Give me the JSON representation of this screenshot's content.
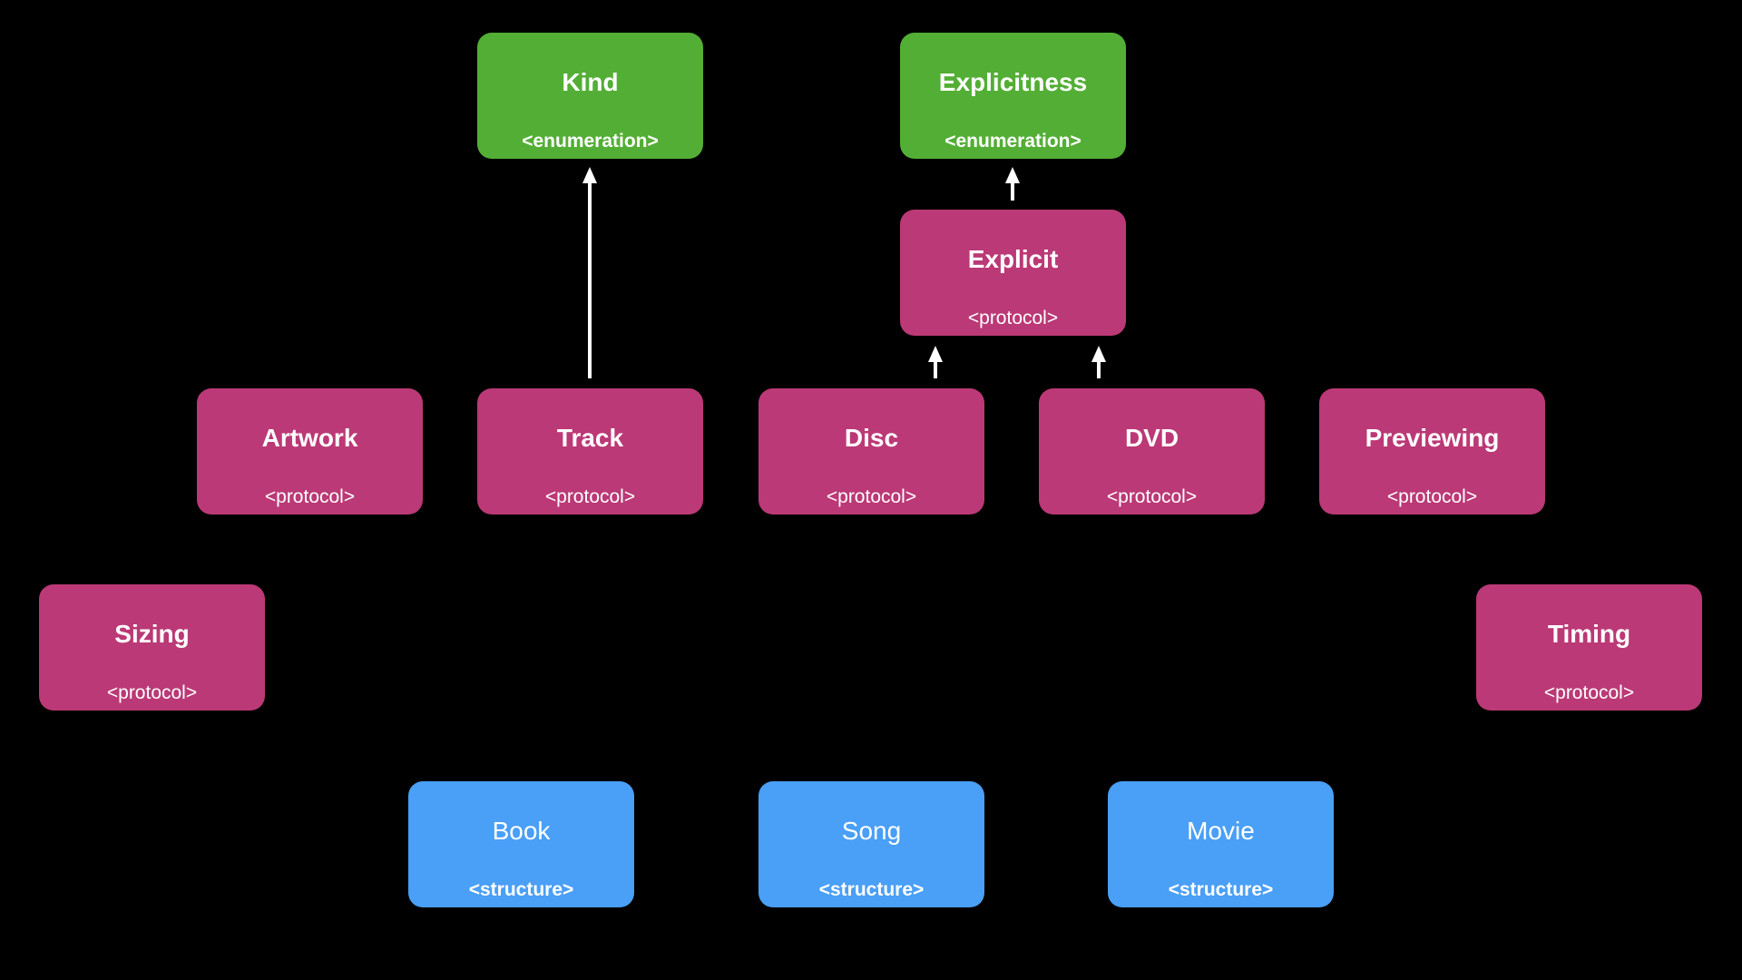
{
  "colors": {
    "background": "#000000",
    "enumeration": "#53ae35",
    "protocol": "#bb3976",
    "structure": "#4a9ff6",
    "arrow": "#ffffff",
    "text": "#ffffff"
  },
  "nodes": {
    "kind": {
      "name": "Kind",
      "kind": "<enumeration>",
      "type": "enumeration"
    },
    "explicitness": {
      "name": "Explicitness",
      "kind": "<enumeration>",
      "type": "enumeration"
    },
    "explicit": {
      "name": "Explicit",
      "kind": "<protocol>",
      "type": "protocol"
    },
    "artwork": {
      "name": "Artwork",
      "kind": "<protocol>",
      "type": "protocol"
    },
    "track": {
      "name": "Track",
      "kind": "<protocol>",
      "type": "protocol"
    },
    "disc": {
      "name": "Disc",
      "kind": "<protocol>",
      "type": "protocol"
    },
    "dvd": {
      "name": "DVD",
      "kind": "<protocol>",
      "type": "protocol"
    },
    "previewing": {
      "name": "Previewing",
      "kind": "<protocol>",
      "type": "protocol"
    },
    "sizing": {
      "name": "Sizing",
      "kind": "<protocol>",
      "type": "protocol"
    },
    "timing": {
      "name": "Timing",
      "kind": "<protocol>",
      "type": "protocol"
    },
    "book": {
      "name": "Book",
      "kind": "<structure>",
      "type": "structure"
    },
    "song": {
      "name": "Song",
      "kind": "<structure>",
      "type": "structure"
    },
    "movie": {
      "name": "Movie",
      "kind": "<structure>",
      "type": "structure"
    }
  },
  "edges": [
    {
      "from": "track",
      "to": "kind"
    },
    {
      "from": "explicit",
      "to": "explicitness"
    },
    {
      "from": "disc",
      "to": "explicit"
    },
    {
      "from": "dvd",
      "to": "explicit"
    }
  ]
}
